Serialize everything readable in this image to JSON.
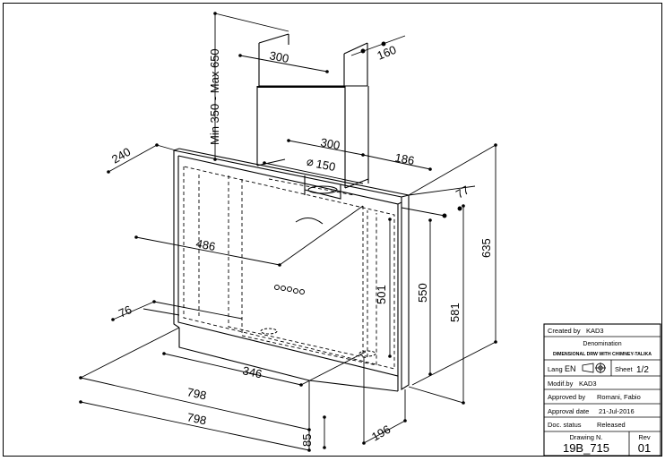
{
  "dimensions": {
    "chimney_height": "Min 350 - Max 650",
    "chimney_width": "300",
    "chimney_depth": "160",
    "side_depth": "240",
    "outlet_offset": "300",
    "outlet_diameter": "150",
    "outlet_side": "186",
    "top_depth": "77",
    "total_height": "635",
    "inner_width": "486",
    "panel_height": "501",
    "body_height": "550",
    "side_height": "581",
    "bottom_offset": "76",
    "bottom_width": "346",
    "width_front": "798",
    "width_back": "798",
    "base_height": "85",
    "base_depth": "196"
  },
  "title_block": {
    "created_label": "Created by",
    "created_value": "KAD3",
    "denomination_label": "Denomination",
    "denomination_value": "DIMENSIONAL DRW WITH CHIMNEY-TALIKA",
    "lang_label": "Lang",
    "lang_value": "EN",
    "sheet_label": "Sheet",
    "sheet_value": "1/2",
    "modif_label": "Modif.by",
    "modif_value": "KAD3",
    "approved_label": "Approved by",
    "approved_value": "Romani, Fabio",
    "approval_date_label": "Approval date",
    "approval_date_value": "21-Jul-2016",
    "doc_status_label": "Doc. status",
    "doc_status_value": "Released",
    "drawing_label": "Drawing N.",
    "drawing_value": "19B_715",
    "rev_label": "Rev",
    "rev_value": "01"
  },
  "icons": {
    "projection": "first-angle-projection-icon"
  }
}
